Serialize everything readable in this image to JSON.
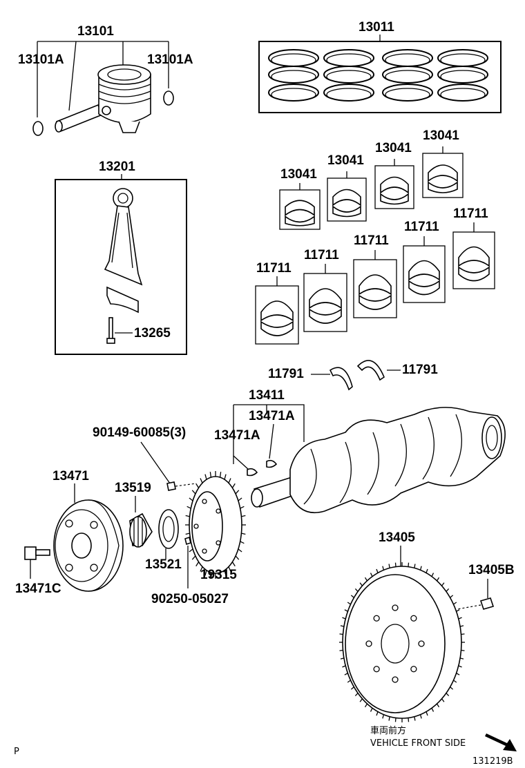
{
  "labels": {
    "p13101": "13101",
    "p13101A_left": "13101A",
    "p13101A_right": "13101A",
    "p13011": "13011",
    "p13201": "13201",
    "p13265": "13265",
    "p13041_a": "13041",
    "p13041_b": "13041",
    "p13041_c": "13041",
    "p13041_d": "13041",
    "p11711_a": "11711",
    "p11711_b": "11711",
    "p11711_c": "11711",
    "p11711_d": "11711",
    "p11711_e": "11711",
    "p11791_left": "11791",
    "p11791_right": "11791",
    "p13411": "13411",
    "p13471A_top": "13471A",
    "p13471A_left": "13471A",
    "p90149": "90149-60085(3)",
    "p13471": "13471",
    "p13519": "13519",
    "p13521": "13521",
    "p19315": "19315",
    "p13471C": "13471C",
    "p90250": "90250-05027",
    "p13405": "13405",
    "p13405B": "13405B"
  },
  "notes": {
    "front_jp": "車両前方",
    "front_en": "VEHICLE FRONT SIDE",
    "corner": "P",
    "diagram_code": "131219B"
  }
}
